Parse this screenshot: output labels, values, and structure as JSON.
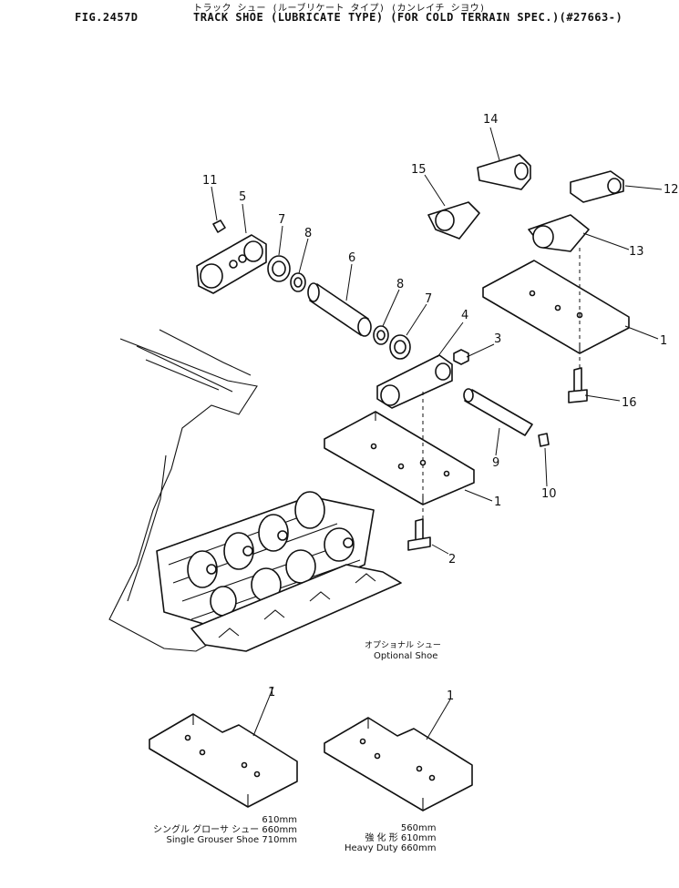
{
  "header": {
    "fig_number": "FIG.2457D",
    "title_ja": "トラック シュー (ルーブリケート タイプ) (カンレイチ シヨウ)",
    "title_en": "TRACK SHOE (LUBRICATE TYPE) (FOR COLD TERRAIN SPEC.)(#27663-)"
  },
  "callouts": {
    "c1a": "1",
    "c1b": "1",
    "c1c": "1",
    "c1d": "1",
    "c2": "2",
    "c3": "3",
    "c4": "4",
    "c5": "5",
    "c6": "6",
    "c7a": "7",
    "c7b": "7",
    "c8a": "8",
    "c8b": "8",
    "c9": "9",
    "c10": "10",
    "c11": "11",
    "c12": "12",
    "c13": "13",
    "c14": "14",
    "c15": "15",
    "c16": "16"
  },
  "captions": {
    "optional_ja": "オプショナル シュー",
    "optional_en": "Optional Shoe",
    "single_ja": "シングル グローサ シュー",
    "single_en": "Single Grouser Shoe",
    "single_sizes": [
      "610mm",
      "660mm",
      "710mm"
    ],
    "heavy_ja": "強 化 形",
    "heavy_en": "Heavy Duty",
    "heavy_sizes": [
      "560mm",
      "610mm",
      "660mm"
    ]
  }
}
